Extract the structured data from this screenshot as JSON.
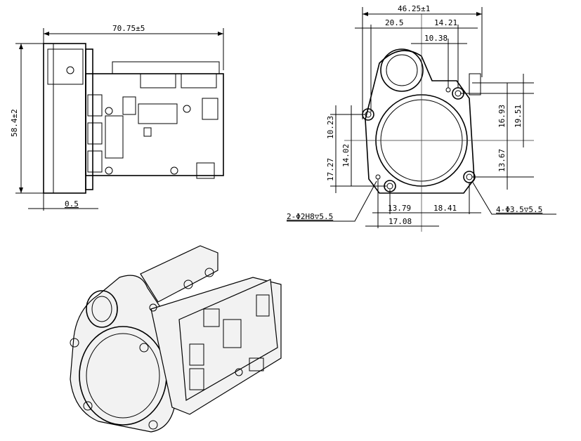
{
  "side_view": {
    "width_dim": "70.75±5",
    "height_dim": "58.4±2",
    "offset_dim": "0.5"
  },
  "front_view": {
    "overall_width": "46.25±1",
    "dim_20_5": "20.5",
    "dim_14_21": "14.21",
    "dim_10_38": "10.38",
    "dim_16_93": "16.93",
    "dim_19_51": "19.51",
    "dim_10_23": "10.23",
    "dim_14_02": "14.02",
    "dim_17_27": "17.27",
    "dim_13_67": "13.67",
    "dim_13_79": "13.79",
    "dim_18_41": "18.41",
    "dim_17_08": "17.08",
    "pin_hole_note": "2-Φ2H8▽5.5",
    "mount_hole_note": "4-Φ3.5▽5.5"
  }
}
